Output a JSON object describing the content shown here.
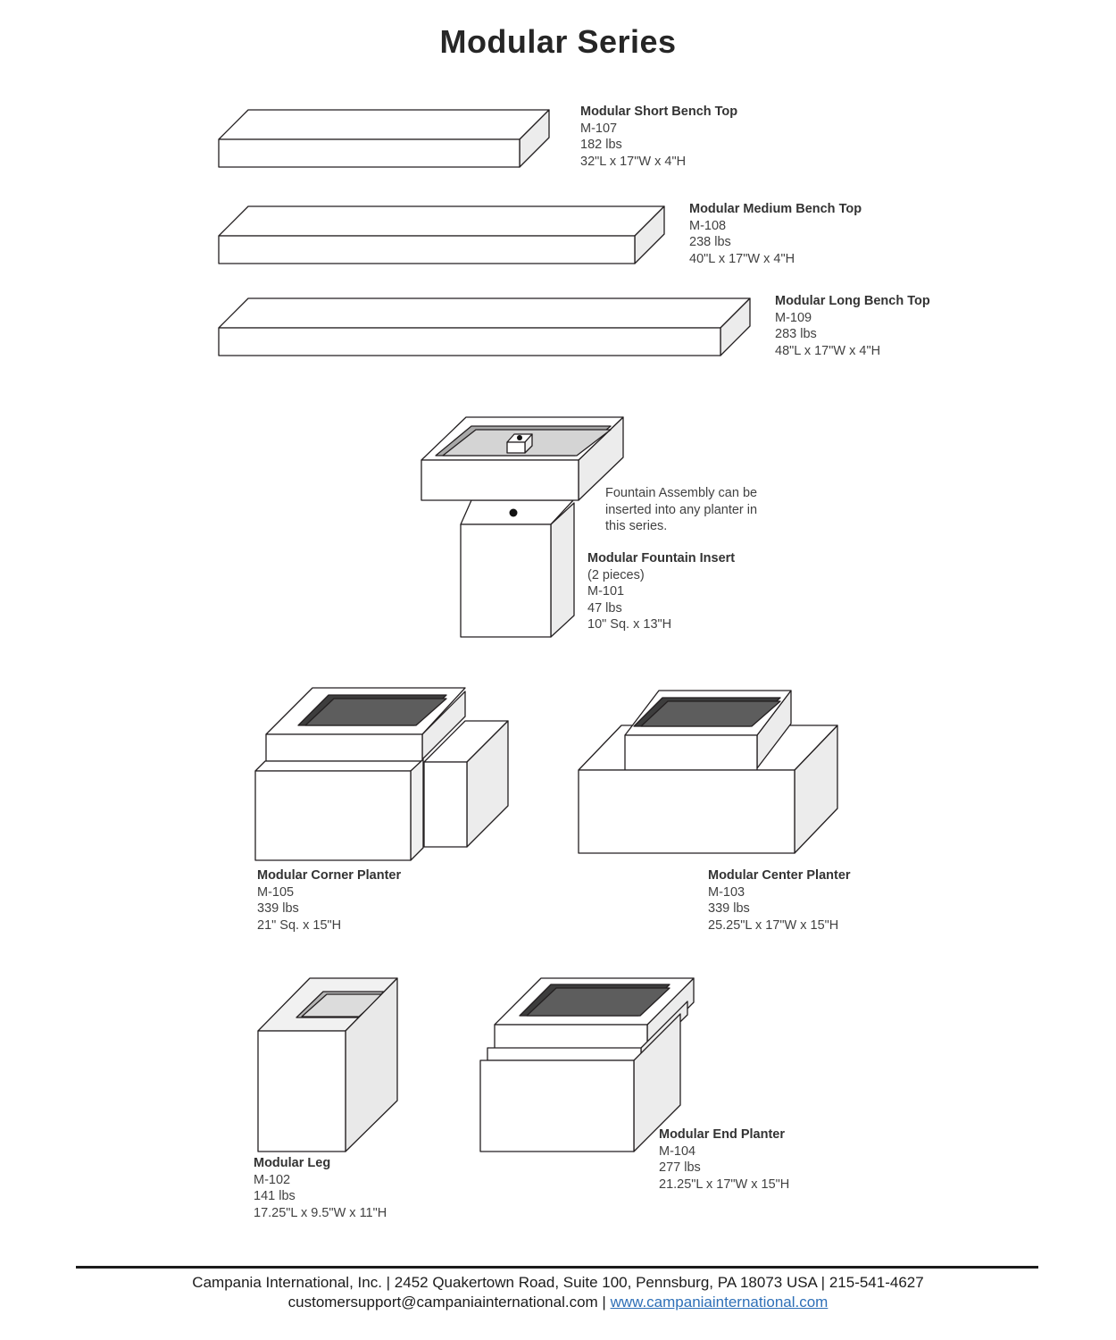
{
  "page_title": "Modular Series",
  "products": [
    {
      "name": "Modular Short Bench Top",
      "sku": "M-107",
      "weight": "182 lbs",
      "dims": "32\"L x 17\"W x 4\"H"
    },
    {
      "name": "Modular Medium Bench Top",
      "sku": "M-108",
      "weight": "238 lbs",
      "dims": "40\"L x 17\"W x 4\"H"
    },
    {
      "name": "Modular Long Bench Top",
      "sku": "M-109",
      "weight": "283 lbs",
      "dims": "48\"L x 17\"W x 4\"H"
    },
    {
      "name": "Modular Fountain Insert",
      "pieces": "(2 pieces)",
      "sku": "M-101",
      "weight": "47 lbs",
      "dims": "10\" Sq. x 13\"H"
    },
    {
      "name": "Modular Corner Planter",
      "sku": "M-105",
      "weight": "339 lbs",
      "dims": "21\" Sq. x 15\"H"
    },
    {
      "name": "Modular Center Planter",
      "sku": "M-103",
      "weight": "339 lbs",
      "dims": "25.25\"L x 17\"W x 15\"H"
    },
    {
      "name": "Modular Leg",
      "sku": "M-102",
      "weight": "141 lbs",
      "dims": "17.25\"L x 9.5\"W x 11\"H"
    },
    {
      "name": "Modular End Planter",
      "sku": "M-104",
      "weight": "277 lbs",
      "dims": "21.25\"L x 17\"W x 15\"H"
    }
  ],
  "fountain_note": "Fountain Assembly can be inserted into any planter in this series.",
  "footer": {
    "line1": "Campania International, Inc. | 2452 Quakertown Road, Suite 100, Pennsburg, PA 18073 USA | 215-541-4627",
    "email": "customersupport@campaniainternational.com",
    "separator": " | ",
    "website": "www.campaniainternational.com"
  },
  "colors": {
    "link_blue": "#2e6fb7",
    "outline": "#231f20",
    "side_shade": "#ececec",
    "soil_dark": "#3d3d3d",
    "soil_mid": "#5d5d5d"
  }
}
